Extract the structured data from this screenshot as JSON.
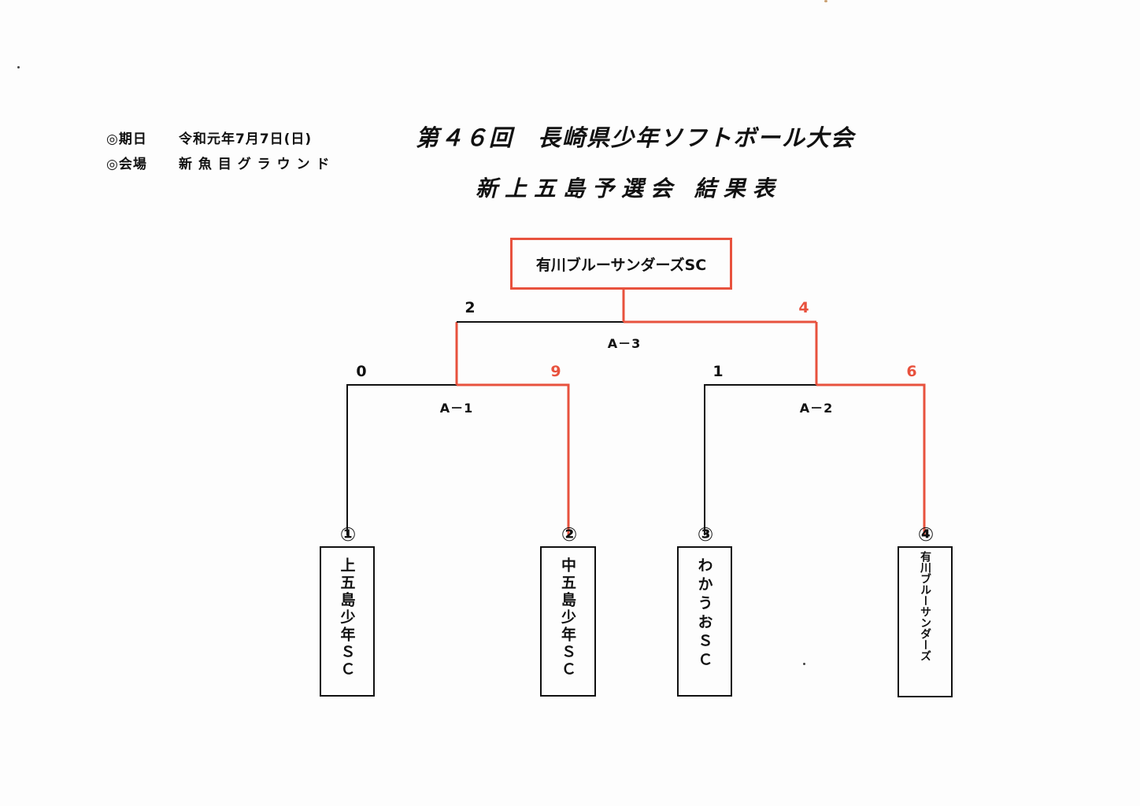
{
  "info": {
    "date_label": "◎期日",
    "date_value": "令和元年7月7日(日)",
    "venue_label": "◎会場",
    "venue_value": "新 魚 目 グ ラ ウ ン ド"
  },
  "title": {
    "line1": "第４６回　長崎県少年ソフトボール大会",
    "line2": "新上五島予選会 結果表"
  },
  "winner": "有川ブルーサンダーズSC",
  "matches": [
    {
      "id": "A－1",
      "left_score": "0",
      "right_score": "9"
    },
    {
      "id": "A－2",
      "left_score": "1",
      "right_score": "6"
    },
    {
      "id": "A－3",
      "left_score": "2",
      "right_score": "4"
    }
  ],
  "teams": [
    {
      "seed": "①",
      "name": "上五島少年ＳＣ"
    },
    {
      "seed": "②",
      "name": "中五島少年ＳＣ"
    },
    {
      "seed": "③",
      "name": "わかうおＳＣ"
    },
    {
      "seed": "④",
      "name": "有川ブルーサンダーズ"
    }
  ],
  "colors": {
    "winner_path": "#e8523e",
    "bracket": "#111111"
  }
}
